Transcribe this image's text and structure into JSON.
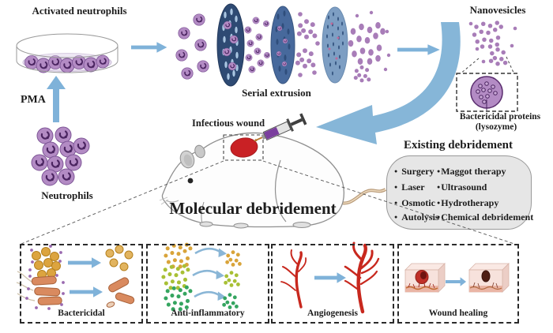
{
  "figure": {
    "process": {
      "activated_neutrophils": "Activated neutrophils",
      "pma": "PMA",
      "neutrophils": "Neutrophils",
      "serial_extrusion": "Serial extrusion",
      "nanovesicles": "Nanovesicles",
      "inset_title": "Bactericidal proteins",
      "inset_subtitle": "(lysozyme)"
    },
    "wound": {
      "infectious_wound": "Infectious wound",
      "molecular_debridement": "Molecular debridement"
    },
    "existing_debridement": {
      "title": "Existing debridement",
      "col1": [
        "Surgery",
        "Laser",
        "Osmotic",
        "Autolysis"
      ],
      "col2": [
        "Maggot therapy",
        "Ultrasound",
        "Hydrotherapy",
        "Chemical debridement"
      ]
    },
    "panels": [
      {
        "label": "Bactericidal"
      },
      {
        "label": "Anti-inflammatory"
      },
      {
        "label": "Angiogenesis"
      },
      {
        "label": "Wound healing"
      }
    ],
    "colors": {
      "arrow_blue": "#7fb2d9",
      "cell_purple": "#b38bc4",
      "membrane_dark": "#2e4a73",
      "membrane_mid": "#47699c",
      "membrane_light": "#7d9ec3",
      "wound_red": "#c92125",
      "box_gray": "#e6e6e6",
      "bacteria_orange": "#dca43f",
      "rod_orange": "#d98a5f",
      "vessel_red": "#c8281e",
      "anti_inflammatory_dots": [
        "#d9a43a",
        "#a8c035",
        "#35a560"
      ]
    }
  }
}
